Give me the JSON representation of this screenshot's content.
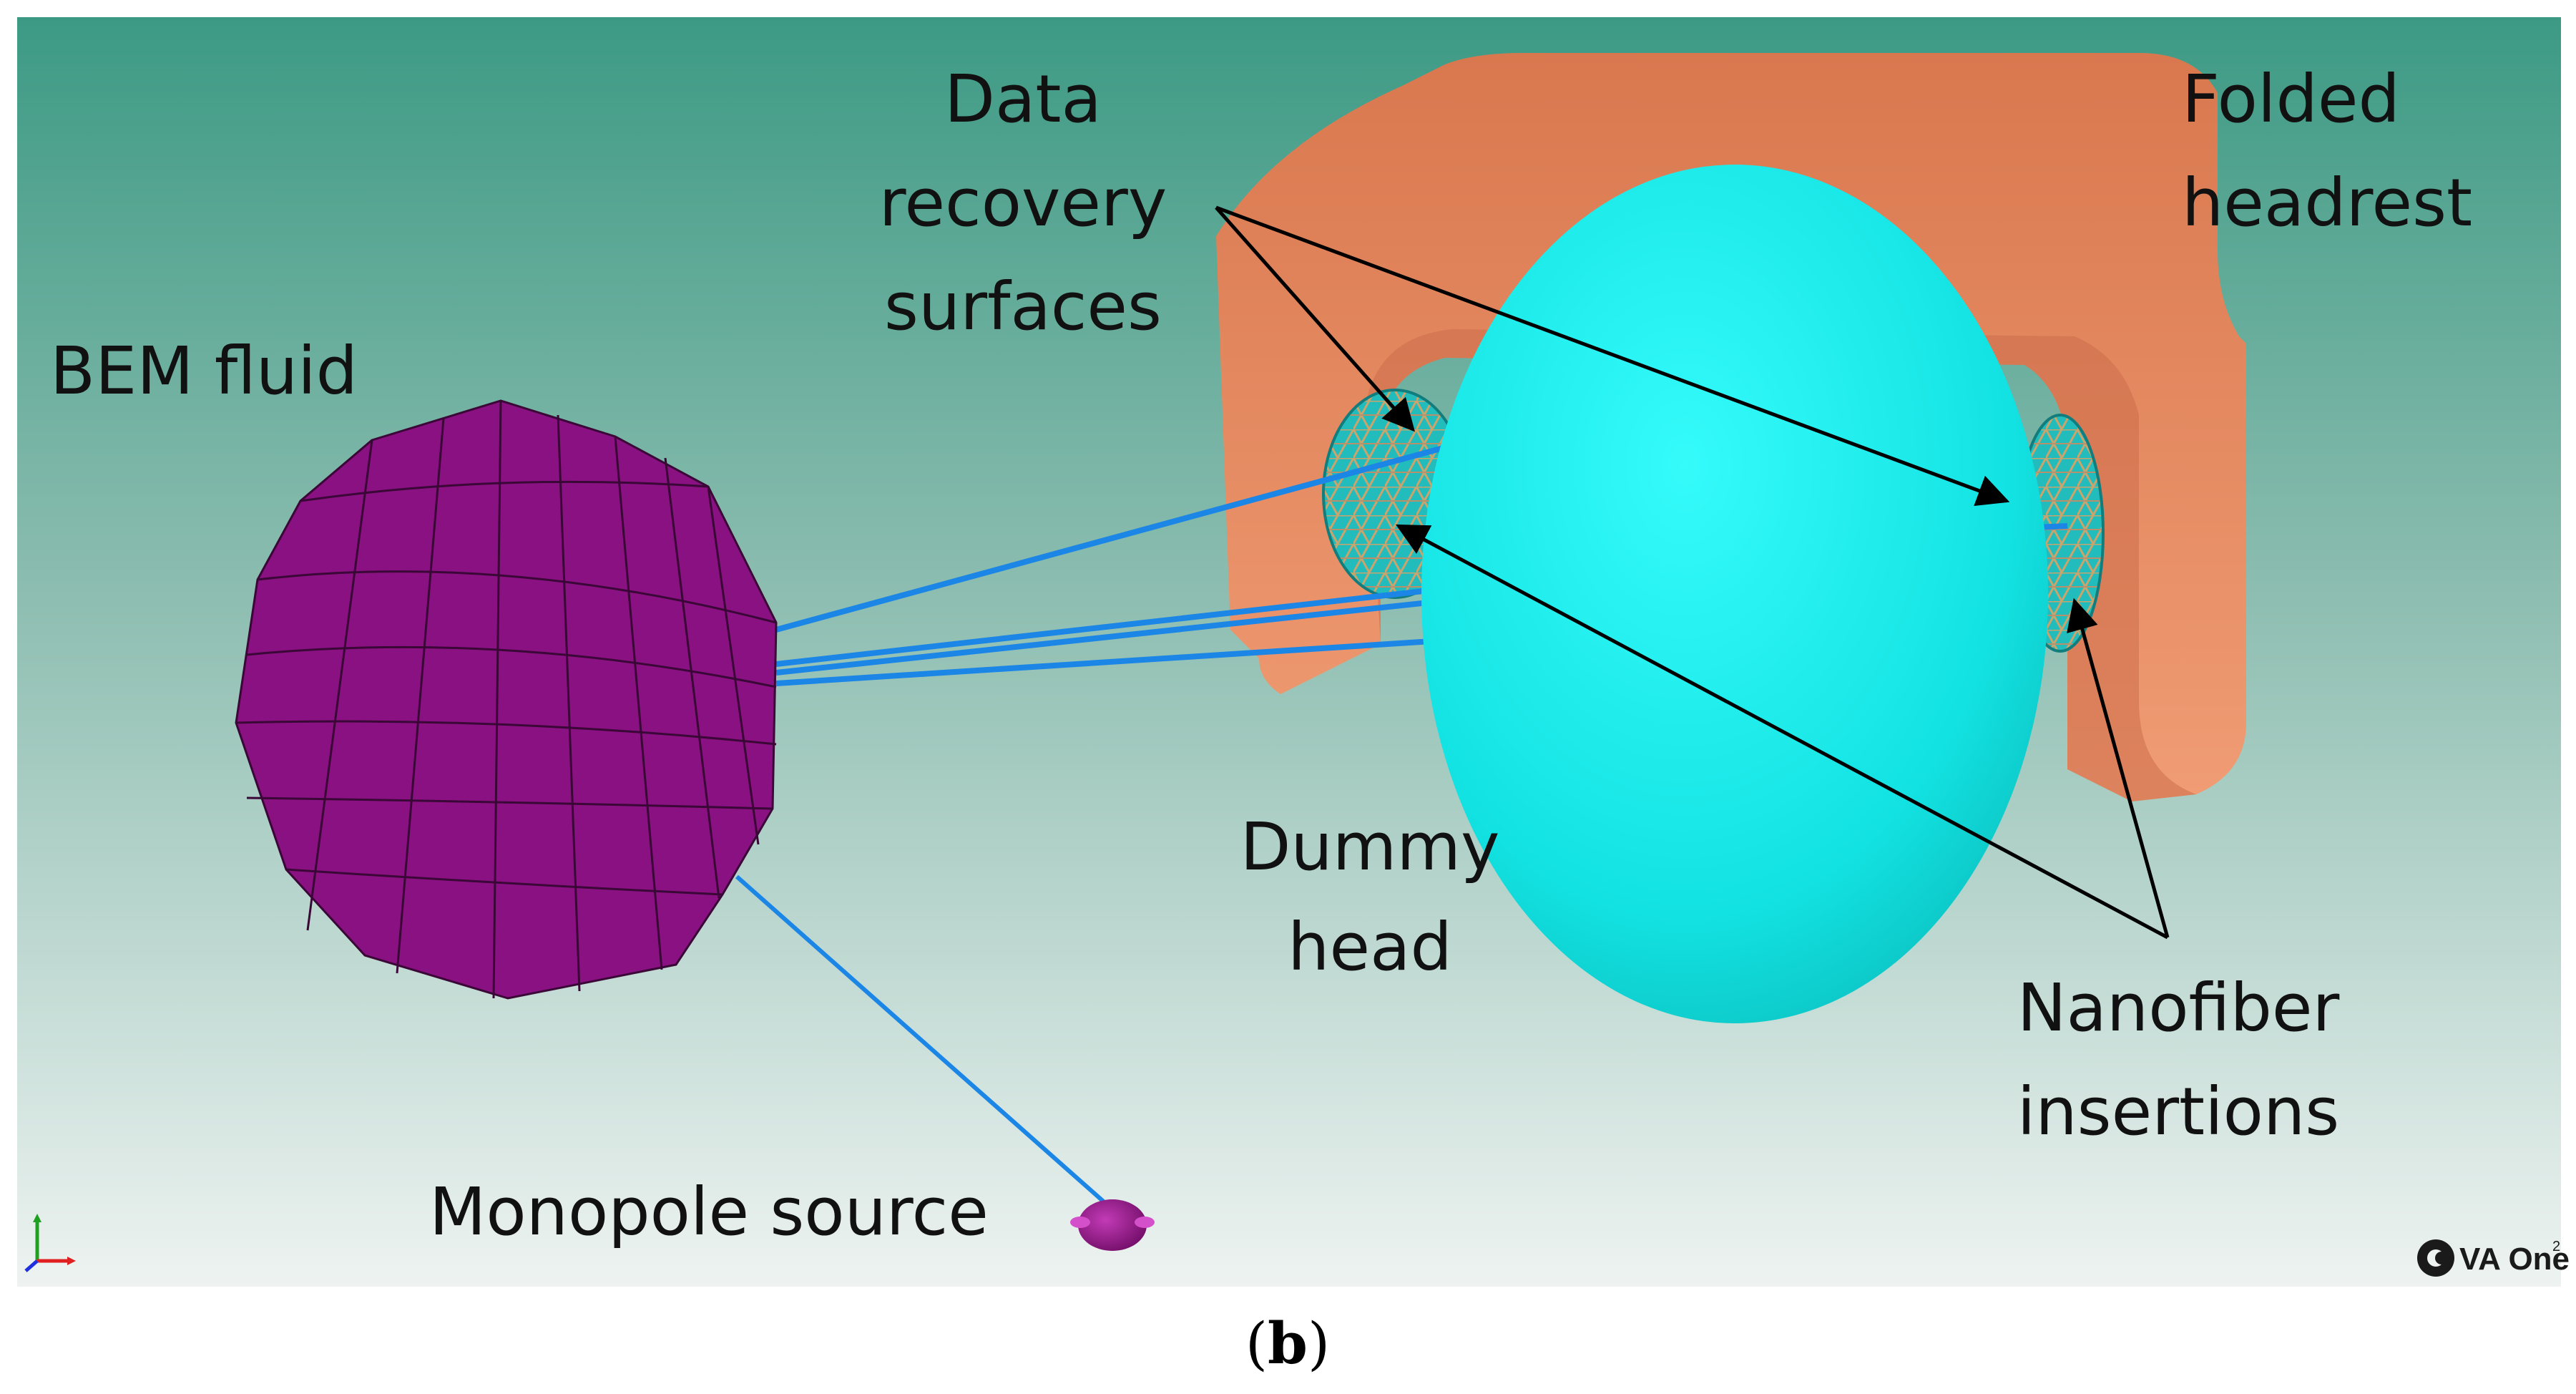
{
  "labels": {
    "data_recovery": [
      "Data",
      "recovery",
      "surfaces"
    ],
    "folded_headrest": [
      "Folded",
      "headrest"
    ],
    "bem_fluid": "BEM fluid",
    "dummy_head": [
      "Dummy",
      "head"
    ],
    "nanofiber": [
      "Nanofiber",
      "insertions"
    ],
    "monopole": "Monopole source"
  },
  "logo": {
    "text": "VA One",
    "superscript": "2"
  },
  "caption": {
    "open": "(",
    "letter": "b",
    "close": ")"
  },
  "colors": {
    "background_top": "#3f9c86",
    "background_bottom": "#e9f0ee",
    "headrest": "#e99168",
    "head": "#19eaea",
    "bem_sphere": "#8b1180",
    "connector": "#1b86e6",
    "mesh": "#1fb8b8"
  },
  "icons": [
    "axis-triad-icon",
    "va-one-logo-icon"
  ]
}
